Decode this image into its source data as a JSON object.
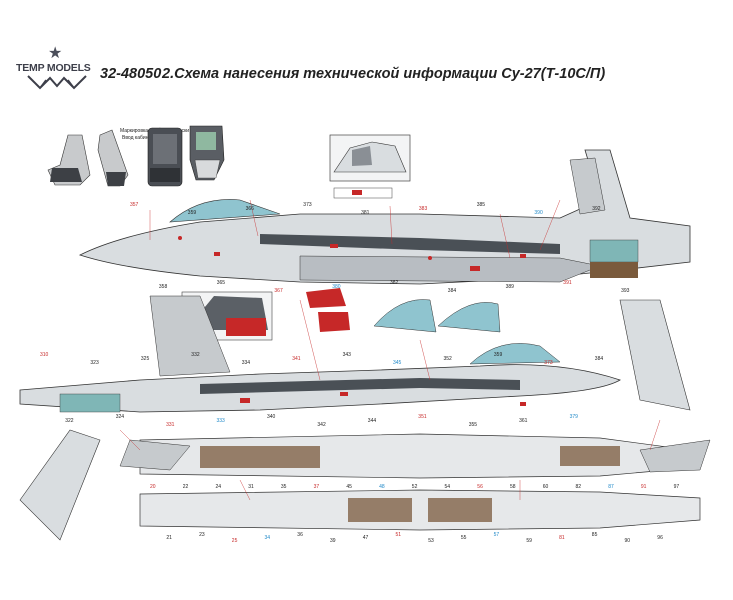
{
  "header": {
    "brand_name": "TEMP MODELS",
    "product_code": "32-48050",
    "title": "2.Схема нанесения технической информации Су-27(Т-10С/П)"
  },
  "inset_captions": {
    "cockpit_panel_top": "Маркировка приборной доски",
    "cockpit_panel_sub": "Ввод кабины К-36ДМ"
  },
  "callouts": {
    "top_view": [
      "357",
      "358",
      "359",
      "365",
      "366",
      "367",
      "373",
      "380",
      "381",
      "382",
      "383",
      "384",
      "385",
      "389",
      "390",
      "391",
      "392",
      "393"
    ],
    "mid_view": [
      "310",
      "322",
      "323",
      "324",
      "325",
      "331",
      "332",
      "333",
      "334",
      "340",
      "341",
      "342",
      "343",
      "344",
      "345",
      "351",
      "352",
      "355",
      "359",
      "361",
      "373",
      "379",
      "384"
    ],
    "bottom_view": [
      "20",
      "21",
      "22",
      "23",
      "24",
      "25",
      "31",
      "34",
      "35",
      "36",
      "37",
      "39",
      "45",
      "47",
      "48",
      "51",
      "52",
      "53",
      "54",
      "55",
      "56",
      "57",
      "58",
      "59",
      "60",
      "81",
      "82",
      "85",
      "87",
      "90",
      "91",
      "96",
      "97"
    ]
  },
  "colors": {
    "marking_red": "#c62828",
    "marking_blue": "#1e88c8",
    "aircraft_grey": "#d9dde0",
    "aircraft_dark": "#4a5056",
    "canopy": "#8fc4cf",
    "interior_brown": "#7a5a3c"
  }
}
